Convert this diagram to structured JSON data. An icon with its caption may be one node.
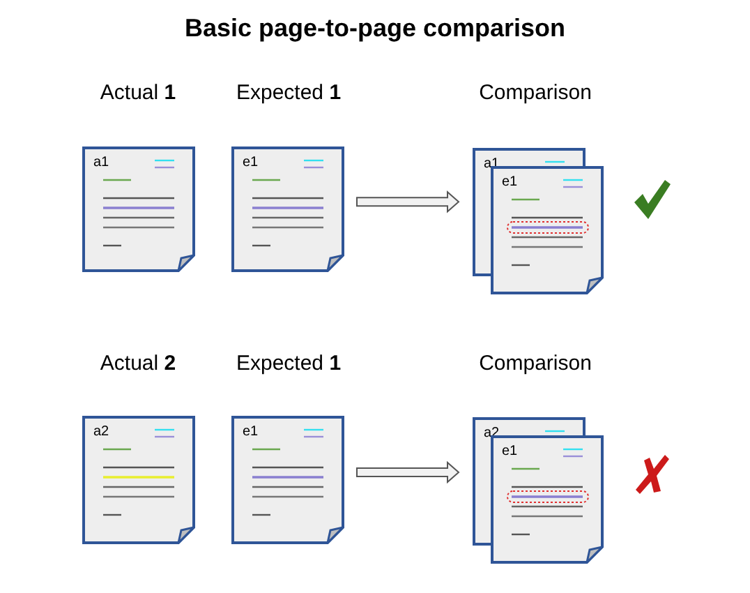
{
  "diagram": {
    "title": "Basic page-to-page comparison",
    "nodes": [
      {
        "text": [
          "a1"
        ],
        "beside": [
          "Actual **1**"
        ]
      },
      {
        "text": [
          "e1"
        ],
        "beside": [
          "Expected **1**"
        ]
      },
      {
        "text": [
          "a1"
        ],
        "beside": [
          "Comparison"
        ]
      },
      {
        "text": [
          "e1"
        ]
      },
      {
        "text": [
          "a2"
        ],
        "beside": [
          "Actual **2**"
        ]
      },
      {
        "text": [
          "e1"
        ],
        "beside": [
          "Expected **1**"
        ]
      },
      {
        "text": [
          "a2"
        ],
        "beside": [
          "Comparison"
        ]
      },
      {
        "text": [
          "e1"
        ]
      }
    ],
    "edges": [
      {
        "from": 1,
        "to": 2,
        "arrow": "to"
      },
      {
        "from": 5,
        "to": 6,
        "arrow": "to"
      }
    ]
  }
}
